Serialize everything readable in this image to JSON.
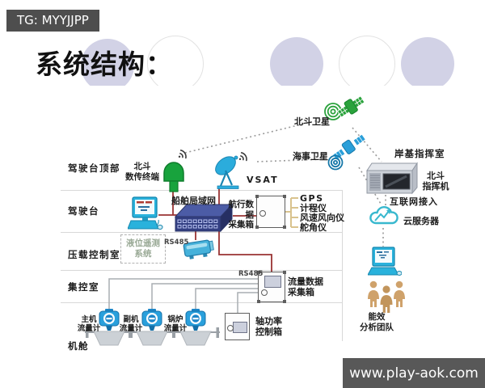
{
  "badges": {
    "top_left": "TG: MYYJJPP",
    "bottom_right": "www.play-aok.com"
  },
  "title": "系统结构：",
  "rooms": {
    "bridge_top": "驾驶台顶部",
    "bridge": "驾驶台",
    "ballast_control": "压载控制室",
    "central_control": "集控室",
    "engine_room": "机舱"
  },
  "satellites": {
    "beidou": "北斗卫星",
    "maritime": "海事卫星"
  },
  "ship": {
    "beidou_terminal": "北斗\n数传终端",
    "vsat": "VSAT",
    "ship_lan": "船舶局域网",
    "nav_data_box": "航行数据\n采集箱",
    "sensors": [
      "GPS",
      "计程仪",
      "风速风向仪",
      "舵角仪"
    ],
    "level_telemetry": "液位遥测\n系统",
    "rs485_upper": "RS485",
    "rs485_lower": "RS485",
    "flow_data_box": "流量数据\n采集箱",
    "shaft_power_box": "轴功率\n控制箱",
    "flow_meters": [
      "主机\n流量计",
      "副机\n流量计",
      "锅炉\n流量计"
    ]
  },
  "shore": {
    "command_room": "岸基指挥室",
    "beidou_commander": "北斗\n指挥机",
    "internet_access": "互联网接入",
    "cloud_server": "云服务器",
    "analysis_team": "能效\n分析团队"
  },
  "icons": {
    "wifi-icon": "radio signal arcs",
    "satellite-icon": "satellite body with solar panels",
    "spiral-icon": "concentric broadcast circles",
    "cloud-icon": "cloud with rising arrow",
    "people-icon": "three person silhouettes"
  },
  "colors": {
    "connection_red": "#993333",
    "sensor_bracket_tan": "#d9c38e",
    "divider_gray": "#d8d8d8",
    "device_green": "#18a33d",
    "device_cyan": "#29b2dc",
    "switch_navy": "#333f82",
    "satellite_green": "#2aa23c",
    "satellite_blue": "#2a9fd9",
    "people_tan": "#cfa26b",
    "badge_gray": "#4e4e4e"
  }
}
